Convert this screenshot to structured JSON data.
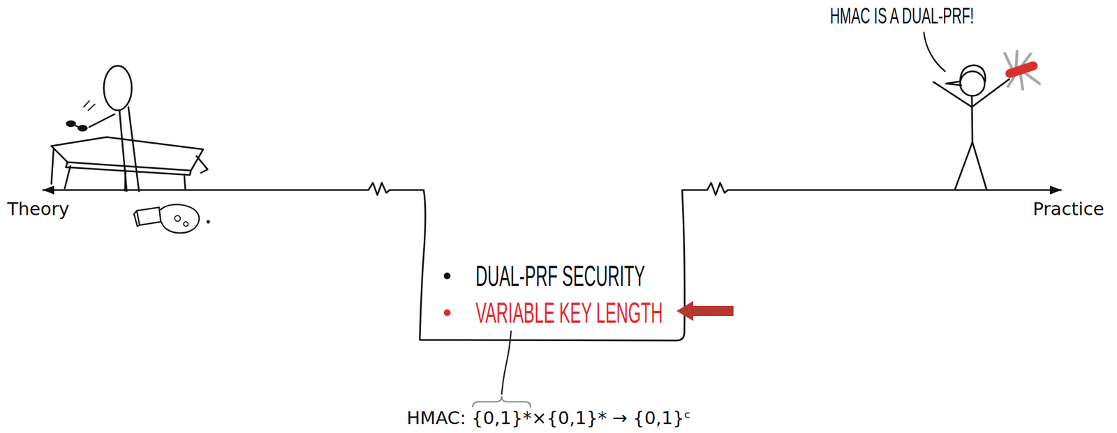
{
  "diagram": {
    "nodes": [
      {
        "text": [
          "DUAL-PRF SECURITY",
          "VARIABLE KEY LENGTH"
        ]
      }
    ],
    "labels": [
      "HMAC IS A DUAL-PRF!",
      "Theory",
      "Practice",
      "HMAC: {0,1}*×{0,1}* → {0,1}ᶜ"
    ]
  }
}
